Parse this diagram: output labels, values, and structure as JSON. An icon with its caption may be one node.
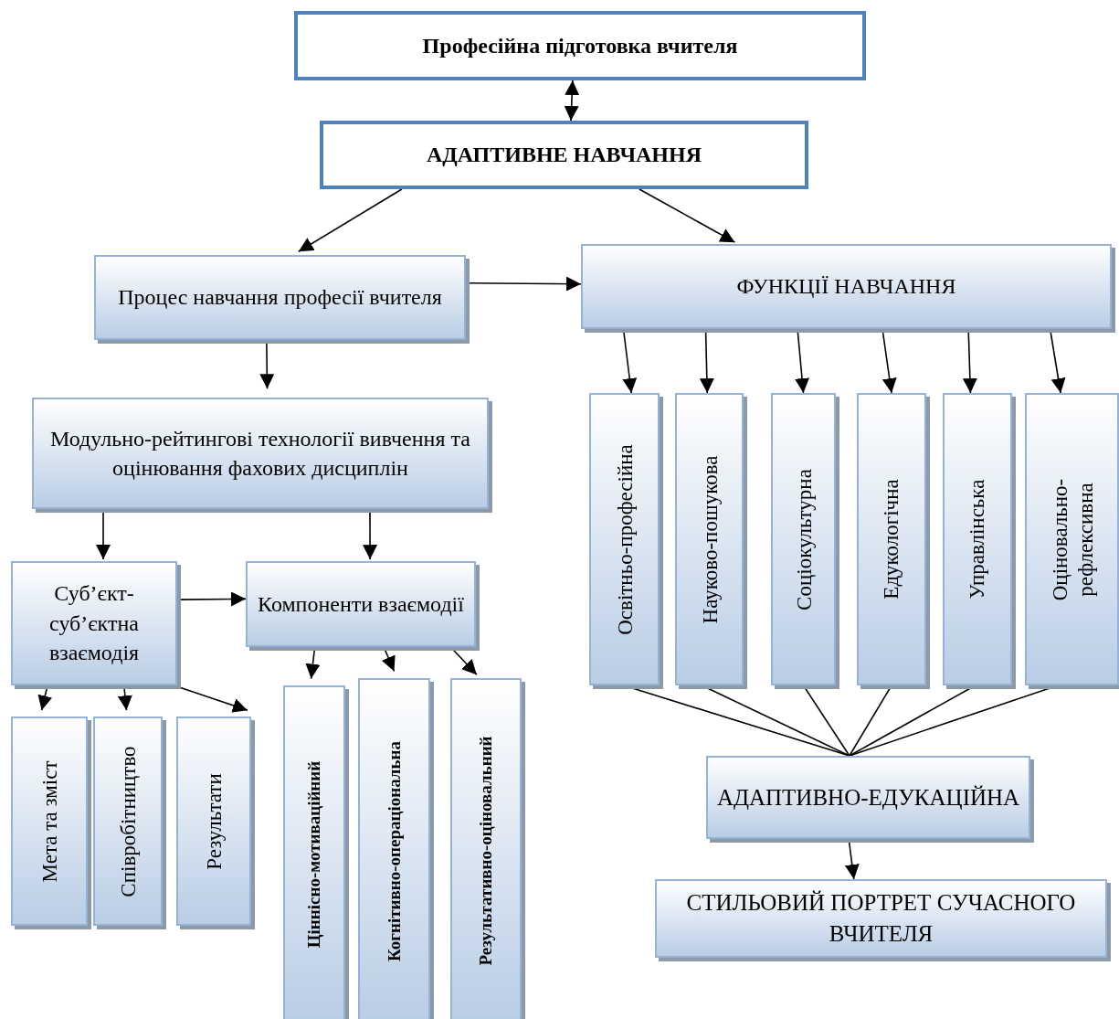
{
  "diagram": {
    "nodes": [
      {
        "text": [
          "Професійна підготовка вчителя"
        ]
      },
      {
        "text": [
          "АДАПТИВНЕ НАВЧАННЯ"
        ]
      },
      {
        "text": [
          "Процес навчання професії вчителя"
        ]
      },
      {
        "text": [
          "ФУНКЦІЇ НАВЧАННЯ"
        ]
      },
      {
        "text": [
          "Модульно-рейтингові технології вивчення та оцінювання фахових дисциплін"
        ]
      },
      {
        "text": [
          "Суб’єкт-суб’єктна взаємодія"
        ]
      },
      {
        "text": [
          "Компоненти взаємодії"
        ]
      },
      {
        "text": [
          "Мета та зміст"
        ]
      },
      {
        "text": [
          "Співробітництво"
        ]
      },
      {
        "text": [
          "Результати"
        ]
      },
      {
        "text": [
          "Ціннісно-мотиваційний"
        ]
      },
      {
        "text": [
          "Когнітивно-операціональна"
        ]
      },
      {
        "text": [
          "Результативно-оціновальний"
        ]
      },
      {
        "text": [
          "Освітньо-професійна"
        ]
      },
      {
        "text": [
          "Науково-пошукова"
        ]
      },
      {
        "text": [
          "Соціокультурна"
        ]
      },
      {
        "text": [
          "Едукологічна"
        ]
      },
      {
        "text": [
          "Управлінська"
        ]
      },
      {
        "text": [
          "Оціновально-рефлексивна"
        ]
      },
      {
        "text": [
          "АДАПТИВНО-ЕДУКАЦІЙНА"
        ]
      },
      {
        "text": [
          "СТИЛЬОВИЙ ПОРТРЕТ СУЧАСНОГО ВЧИТЕЛЯ"
        ]
      }
    ],
    "edges": [
      {
        "from": 0,
        "to": 1,
        "arrow": "both"
      },
      {
        "from": 1,
        "to": 2,
        "arrow": "to"
      },
      {
        "from": 1,
        "to": 3,
        "arrow": "to"
      },
      {
        "from": 2,
        "to": 3,
        "arrow": "to"
      },
      {
        "from": 2,
        "to": 4,
        "arrow": "to"
      },
      {
        "from": 4,
        "to": 5,
        "arrow": "to"
      },
      {
        "from": 4,
        "to": 6,
        "arrow": "to"
      },
      {
        "from": 5,
        "to": 6,
        "arrow": "to"
      },
      {
        "from": 5,
        "to": 7,
        "arrow": "to"
      },
      {
        "from": 5,
        "to": 8,
        "arrow": "to"
      },
      {
        "from": 5,
        "to": 9,
        "arrow": "to"
      },
      {
        "from": 6,
        "to": 10,
        "arrow": "to"
      },
      {
        "from": 6,
        "to": 11,
        "arrow": "to"
      },
      {
        "from": 6,
        "to": 12,
        "arrow": "to"
      },
      {
        "from": 3,
        "to": 13,
        "arrow": "to"
      },
      {
        "from": 3,
        "to": 14,
        "arrow": "to"
      },
      {
        "from": 3,
        "to": 15,
        "arrow": "to"
      },
      {
        "from": 3,
        "to": 16,
        "arrow": "to"
      },
      {
        "from": 3,
        "to": 17,
        "arrow": "to"
      },
      {
        "from": 3,
        "to": 18,
        "arrow": "to"
      },
      {
        "from": 13,
        "to": 19,
        "arrow": "none"
      },
      {
        "from": 14,
        "to": 19,
        "arrow": "none"
      },
      {
        "from": 15,
        "to": 19,
        "arrow": "none"
      },
      {
        "from": 16,
        "to": 19,
        "arrow": "none"
      },
      {
        "from": 17,
        "to": 19,
        "arrow": "none"
      },
      {
        "from": 18,
        "to": 19,
        "arrow": "none"
      },
      {
        "from": 19,
        "to": 20,
        "arrow": "to"
      }
    ]
  }
}
